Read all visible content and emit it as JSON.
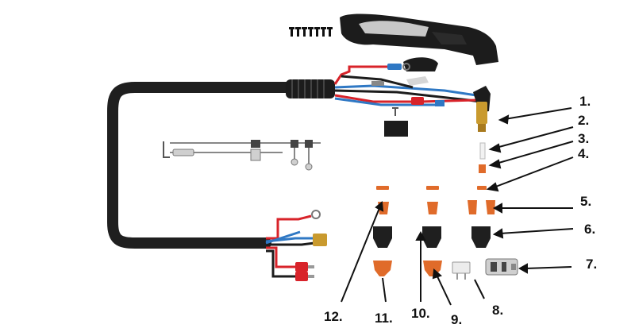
{
  "diagram": {
    "callouts": [
      "1.",
      "2.",
      "3.",
      "4.",
      "5.",
      "6.",
      "7.",
      "8.",
      "9.",
      "10.",
      "11.",
      "12."
    ],
    "colors": {
      "cable": "#1f1f1f",
      "copper": "#e06b2a",
      "brass": "#c99a2e",
      "red_wire": "#d8232a",
      "blue_wire": "#2f78c4",
      "black_part": "#222222",
      "handle_grey": "#c8c8c8"
    }
  }
}
